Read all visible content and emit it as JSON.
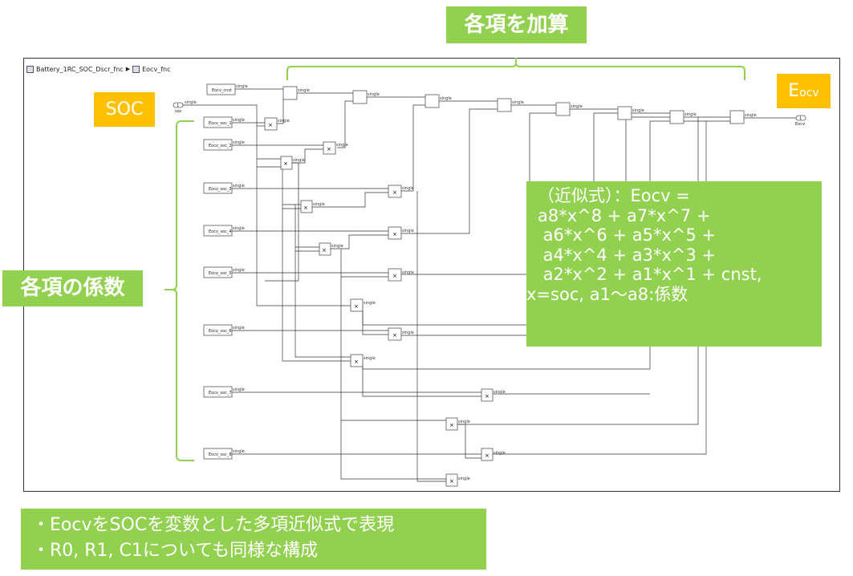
{
  "title_callout": "各項を加算",
  "soc_callout": "SOC",
  "eocv_callout": {
    "main": "E",
    "sub": "ocv"
  },
  "coef_callout": "各項の係数",
  "formula": {
    "lines": [
      "（近似式）：Eocv =",
      "a8*x^8 + a7*x^7 +",
      " a6*x^6 + a5*x^5 +",
      " a4*x^4 + a3*x^3 +",
      " a2*x^2 + a1*x^1 + cnst,",
      "x=soc, a1〜a8:係数"
    ]
  },
  "notes": [
    "・EocvをSOCを変数とした多項近似式で表現",
    "・R0, R1, C1についても同様な構成"
  ],
  "breadcrumb": {
    "parent": "Battery_1RC_SOC_Dscr_fnc",
    "child": "Eocv_fnc"
  },
  "blocks": {
    "cnst": "Eocv_cnst",
    "soc1": "Eocv_soc_1",
    "soc2": "Eocv_soc_2",
    "soc3": "Eocv_soc_3",
    "soc4": "Eocv_soc_4",
    "soc5": "Eocv_soc_5",
    "soc6": "Eocv_soc_6",
    "soc7": "Eocv_soc_7",
    "soc8": "Eocv_soc_8"
  },
  "ports": {
    "in_num": "1",
    "in_name": "soc",
    "out_num": "1",
    "out_name": "Eocv"
  },
  "signal_label": "single",
  "mul_symbol": "×",
  "colors": {
    "green": "#92d050",
    "orange": "#ffc000"
  }
}
